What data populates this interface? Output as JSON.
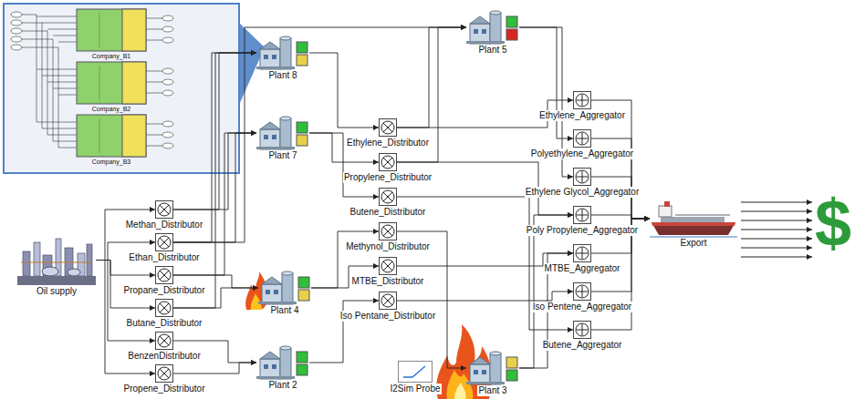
{
  "diagram": {
    "nodes": [
      {
        "text": [
          "Company_B1"
        ]
      },
      {
        "text": [
          "Company_B2"
        ]
      },
      {
        "text": [
          "Company_B3"
        ]
      },
      {
        "text": [
          "Plant 8"
        ]
      },
      {
        "text": [
          "Plant 5"
        ]
      },
      {
        "text": [
          "Plant 7"
        ]
      },
      {
        "text": [
          "Ethylene_Distributor"
        ]
      },
      {
        "text": [
          "Propylene_Distributor"
        ]
      },
      {
        "text": [
          "Butene_Distributor"
        ]
      },
      {
        "text": [
          "Methan_Distributor"
        ]
      },
      {
        "text": [
          "Ethan_Distributor"
        ]
      },
      {
        "text": [
          "Propane_Distributor"
        ]
      },
      {
        "text": [
          "Methynol_Distributor"
        ]
      },
      {
        "text": [
          "Oil supply"
        ]
      },
      {
        "text": [
          "Butane_Distributor"
        ]
      },
      {
        "text": [
          "MTBE_Distributor"
        ]
      },
      {
        "text": [
          "Plant 4"
        ]
      },
      {
        "text": [
          "Iso Pentane_Distributor"
        ]
      },
      {
        "text": [
          "BenzenDistributor"
        ]
      },
      {
        "text": [
          "Plant 2"
        ]
      },
      {
        "text": [
          "Propene_Distributor"
        ]
      },
      {
        "text": [
          "I2Sim Probe"
        ]
      },
      {
        "text": [
          "Plant 3"
        ]
      },
      {
        "text": [
          "Ethylene_Aggregator"
        ]
      },
      {
        "text": [
          "Polyethylene_Aggregator"
        ]
      },
      {
        "text": [
          "Ethylene Glycol_Aggregator"
        ]
      },
      {
        "text": [
          "Poly Propylene_Aggregator"
        ]
      },
      {
        "text": [
          "MTBE_Aggregator"
        ]
      },
      {
        "text": [
          "Iso Pentene_Aggregator"
        ]
      },
      {
        "text": [
          "Butene_Aggregator"
        ]
      },
      {
        "text": [
          "Export"
        ]
      }
    ],
    "edges": [
      {
        "from": 13,
        "to": 9,
        "arrow": "to"
      },
      {
        "from": 13,
        "to": 10,
        "arrow": "to"
      },
      {
        "from": 13,
        "to": 11,
        "arrow": "to"
      },
      {
        "from": 13,
        "to": 14,
        "arrow": "to"
      },
      {
        "from": 13,
        "to": 18,
        "arrow": "to"
      },
      {
        "from": 13,
        "to": 20,
        "arrow": "to"
      },
      {
        "from": 9,
        "to": 3,
        "arrow": "to"
      },
      {
        "from": 9,
        "to": 5,
        "arrow": "to"
      },
      {
        "from": 10,
        "to": 3,
        "arrow": "to"
      },
      {
        "from": 10,
        "to": 5,
        "arrow": "to"
      },
      {
        "from": 10,
        "to": 4,
        "arrow": "to"
      },
      {
        "from": 11,
        "to": 5,
        "arrow": "to"
      },
      {
        "from": 11,
        "to": 16,
        "arrow": "to"
      },
      {
        "from": 14,
        "to": 16,
        "arrow": "to"
      },
      {
        "from": 14,
        "to": 3,
        "arrow": "to"
      },
      {
        "from": 18,
        "to": 19,
        "arrow": "to"
      },
      {
        "from": 20,
        "to": 19,
        "arrow": "to"
      },
      {
        "from": 3,
        "to": 6,
        "arrow": "to"
      },
      {
        "from": 5,
        "to": 7,
        "arrow": "to"
      },
      {
        "from": 5,
        "to": 8,
        "arrow": "to"
      },
      {
        "from": 16,
        "to": 12,
        "arrow": "to"
      },
      {
        "from": 16,
        "to": 15,
        "arrow": "to"
      },
      {
        "from": 19,
        "to": 17,
        "arrow": "to"
      },
      {
        "from": 6,
        "to": 4,
        "arrow": "to"
      },
      {
        "from": 7,
        "to": 4,
        "arrow": "to"
      },
      {
        "from": 6,
        "to": 23,
        "arrow": "to"
      },
      {
        "from": 7,
        "to": 26,
        "arrow": "to"
      },
      {
        "from": 8,
        "to": 29,
        "arrow": "to"
      },
      {
        "from": 12,
        "to": 22,
        "arrow": "to"
      },
      {
        "from": 15,
        "to": 27,
        "arrow": "to"
      },
      {
        "from": 17,
        "to": 28,
        "arrow": "to"
      },
      {
        "from": 4,
        "to": 24,
        "arrow": "to"
      },
      {
        "from": 4,
        "to": 25,
        "arrow": "to"
      },
      {
        "from": 22,
        "to": 27,
        "arrow": "to"
      },
      {
        "from": 22,
        "to": 26,
        "arrow": "to"
      },
      {
        "from": 23,
        "to": 30,
        "arrow": "to"
      },
      {
        "from": 24,
        "to": 30,
        "arrow": "to"
      },
      {
        "from": 25,
        "to": 30,
        "arrow": "to"
      },
      {
        "from": 26,
        "to": 30,
        "arrow": "to"
      },
      {
        "from": 27,
        "to": 30,
        "arrow": "to"
      },
      {
        "from": 28,
        "to": 30,
        "arrow": "to"
      },
      {
        "from": 29,
        "to": 30,
        "arrow": "to"
      }
    ],
    "labels": [
      "$"
    ]
  }
}
